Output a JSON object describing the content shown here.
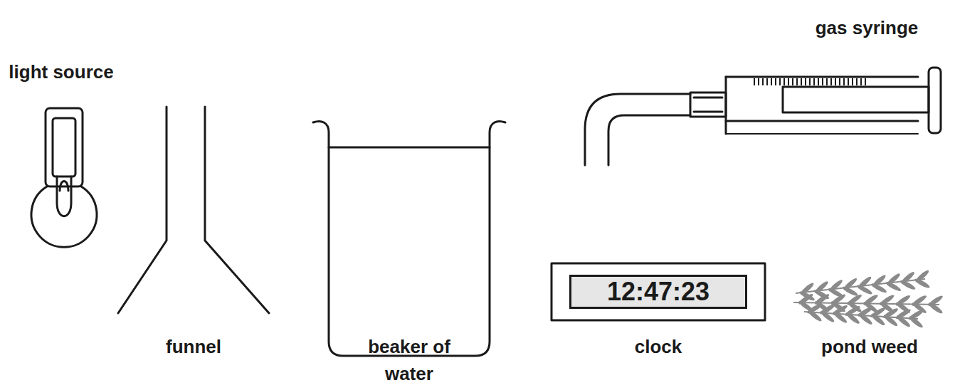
{
  "diagram": {
    "nodes": [
      {
        "text": [
          "12:47:23"
        ]
      }
    ],
    "labels": [
      "light source",
      "gas syringe",
      "funnel",
      "beaker of water",
      "clock",
      "pond weed"
    ]
  }
}
